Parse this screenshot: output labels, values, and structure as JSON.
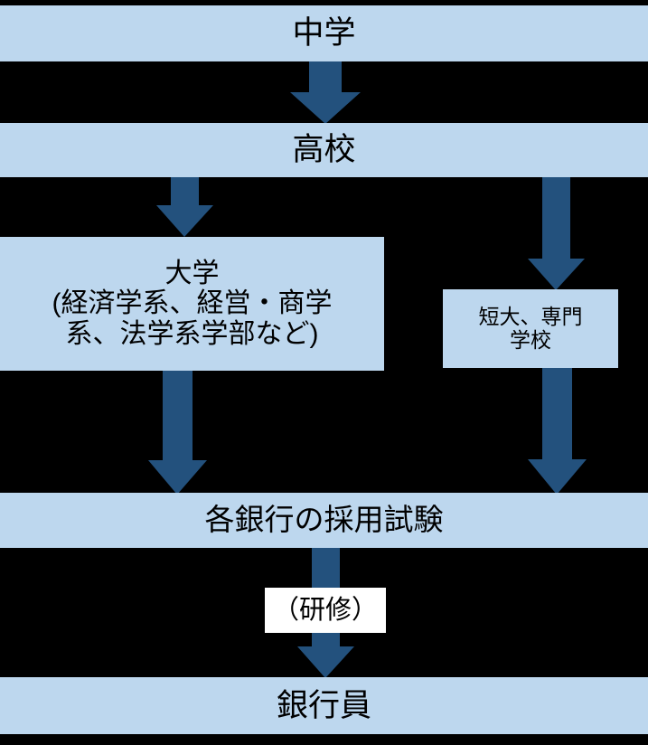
{
  "diagram": {
    "title_text": "",
    "colors": {
      "node_fill": "#BDD7EE",
      "node_fill_alt": "#FFFFFF",
      "arrow_fill": "#23517D",
      "background": "#000000",
      "text": "#000000"
    },
    "nodes": [
      {
        "id": "junior-high",
        "label": "中学"
      },
      {
        "id": "high-school",
        "label": "高校"
      },
      {
        "id": "university",
        "label": "大学\n(経済学系、経営・商学\n系、法学系学部など)"
      },
      {
        "id": "junior-college",
        "label": "短大、専門\n学校"
      },
      {
        "id": "bank-exam",
        "label": "各銀行の採用試験"
      },
      {
        "id": "training",
        "label": "（研修）"
      },
      {
        "id": "banker",
        "label": "銀行員"
      }
    ],
    "arrows": [
      {
        "id": "jh-to-hs",
        "from": "junior-high",
        "to": "high-school",
        "name": "arrow-down-junior-high-to-high-school"
      },
      {
        "id": "hs-to-univ",
        "from": "high-school",
        "to": "university",
        "name": "arrow-down-high-school-to-university"
      },
      {
        "id": "hs-to-jc",
        "from": "high-school",
        "to": "junior-college",
        "name": "arrow-down-high-school-to-junior-college"
      },
      {
        "id": "univ-to-exam",
        "from": "university",
        "to": "bank-exam",
        "name": "arrow-down-university-to-bank-exam"
      },
      {
        "id": "jc-to-exam",
        "from": "junior-college",
        "to": "bank-exam",
        "name": "arrow-down-junior-college-to-bank-exam"
      },
      {
        "id": "exam-to-banker",
        "from": "bank-exam",
        "to": "banker",
        "name": "arrow-down-bank-exam-to-banker"
      }
    ]
  }
}
